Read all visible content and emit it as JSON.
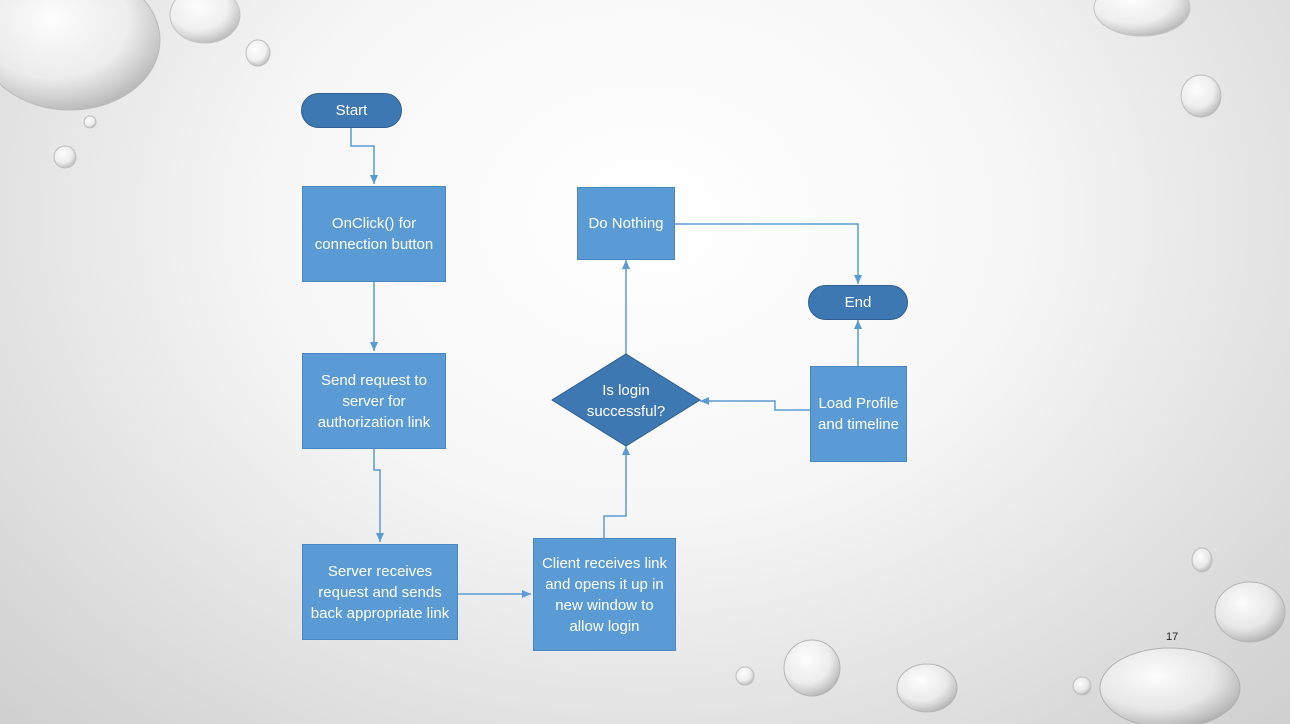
{
  "slide": {
    "number": "17"
  },
  "flowchart": {
    "start": "Start",
    "end": "End",
    "onclick": "OnClick() for connection button",
    "send_request": "Send request to server for authorization link",
    "server_receives": "Server receives request and sends back appropriate link",
    "client_receives": "Client receives link and opens it up in new window to allow login",
    "decision": "Is login successful?",
    "do_nothing": "Do Nothing",
    "load_profile": "Load Profile and timeline"
  },
  "colors": {
    "process": "#5b9bd5",
    "terminator": "#3e78b3",
    "connector": "#5b9bd5"
  }
}
